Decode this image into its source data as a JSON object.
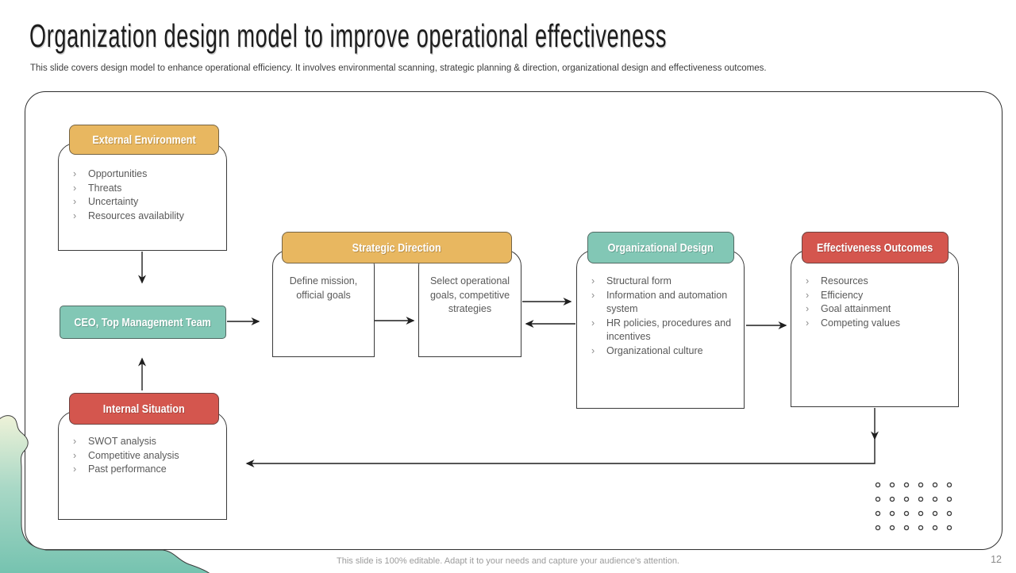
{
  "slide": {
    "title": "Organization design model to improve operational effectiveness",
    "subtitle": "This slide covers design model to enhance operational efficiency. It involves environmental scanning, strategic planning & direction, organizational design and effectiveness outcomes.",
    "footer": "This slide is 100% editable. Adapt it to your needs and capture your audience's attention.",
    "page_number": "12"
  },
  "colors": {
    "yellow_header": "#E8B760",
    "teal_header": "#82C7B5",
    "red_header": "#D4564E",
    "arrow_line": "#1f1f1f",
    "body_text": "#595959",
    "wave_top": "#EEF2D8",
    "wave_bottom": "#74C2AF"
  },
  "diagram": {
    "external_environment": {
      "title": "External Environment",
      "items": [
        "Opportunities",
        "Threats",
        "Uncertainty",
        "Resources availability"
      ]
    },
    "ceo": {
      "title": "CEO, Top Management Team"
    },
    "internal_situation": {
      "title": "Internal Situation",
      "items": [
        "SWOT analysis",
        "Competitive analysis",
        "Past performance"
      ]
    },
    "strategic_direction": {
      "title": "Strategic Direction",
      "left_box": "Define mission, official goals",
      "right_box": "Select operational goals, competitive strategies"
    },
    "organizational_design": {
      "title": "Organizational Design",
      "items": [
        "Structural form",
        "Information and automation system",
        "HR policies, procedures and incentives",
        "Organizational culture"
      ]
    },
    "effectiveness_outcomes": {
      "title": "Effectiveness Outcomes",
      "items": [
        "Resources",
        "Efficiency",
        "Goal attainment",
        "Competing values"
      ]
    }
  }
}
